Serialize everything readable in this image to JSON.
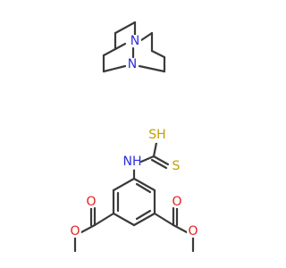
{
  "colors": {
    "bond": "#3a3a3a",
    "nitrogen": "#2c2ee0",
    "oxygen": "#e02020",
    "sulfur": "#c0a000",
    "background": "#ffffff"
  },
  "structure_1": {
    "atoms": {
      "n_top": "N",
      "n_bottom": "N"
    }
  },
  "structure_2": {
    "atoms": {
      "sh": "SH",
      "s_thione": "S",
      "nh": "NH",
      "o_left_carbonyl": "O",
      "o_left_ester": "O",
      "o_right_carbonyl": "O",
      "o_right_ester": "O"
    }
  }
}
